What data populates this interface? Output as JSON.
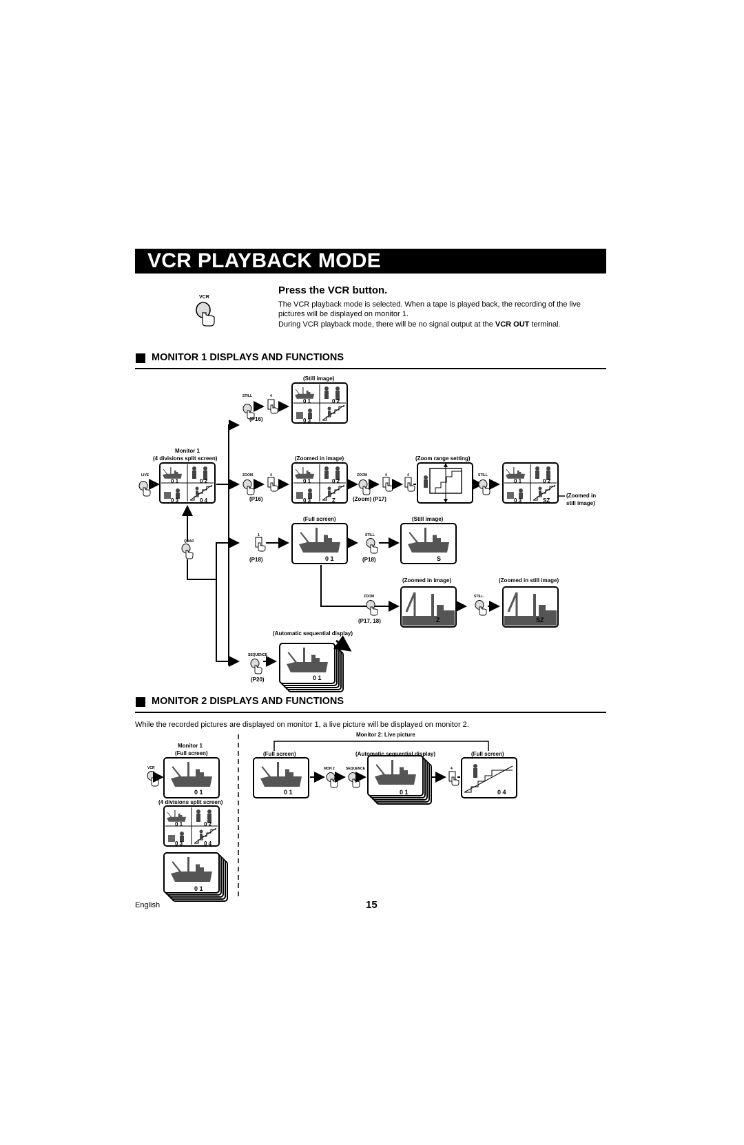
{
  "header": {
    "title": "VCR PLAYBACK MODE"
  },
  "intro": {
    "button_label": "VCR",
    "heading": "Press the VCR button.",
    "para1": "The VCR playback mode is selected. When a tape is played back, the recording of the live pictures will be displayed on monitor 1.",
    "para2_before": "During VCR playback mode, there will be no signal output at the ",
    "para2_bold": "VCR OUT",
    "para2_after": " terminal."
  },
  "section1": {
    "heading": "MONITOR 1 DISPLAYS AND FUNCTIONS",
    "monitor1_label_a": "Monitor 1",
    "monitor1_label_b": "(4 divisions split screen)",
    "live_button": "LIVE",
    "quad_button": "QUAD",
    "still_image_label": "(Still image)",
    "still_button": "STILL",
    "key_4": "4",
    "key_1": "1",
    "ref_p16": "(P16)",
    "ref_p16_b": "(P16)",
    "zoom_button": "ZOOM",
    "zoomed_in_image_label": "(Zoomed in image)",
    "zoom_ref": "(Zoom)  (P17)",
    "zoom_range_label": "(Zoom range setting)",
    "zoomed_in_still_a": "(Zoomed in",
    "zoomed_in_still_b": "still image)",
    "full_screen_label": "(Full screen)",
    "ref_p18": "(P18)",
    "ref_p18_b": "(P18)",
    "still_image_label_2": "(Still image)",
    "zoomed_in_image_label_2": "(Zoomed in image)",
    "zoomed_in_still_image_label": "(Zoomed in still image)",
    "ref_p17_18": "(P17, 18)",
    "auto_seq_label": "(Automatic sequential display)",
    "sequence_button": "SEQUENCE",
    "ref_p20": "(P20)",
    "ch01": "0 1",
    "ch02": "0 2",
    "ch03": "0 3",
    "ch04": "0 4",
    "ch_s": "S",
    "ch_z": "Z",
    "ch_sz": "SZ"
  },
  "section2": {
    "heading": "MONITOR 2 DISPLAYS AND FUNCTIONS",
    "intro": "While the recorded pictures are displayed on monitor 1, a live picture will be displayed on monitor 2.",
    "monitor2_live_label": "Monitor 2: Live picture",
    "monitor1_label_a": "Monitor 1",
    "monitor1_label_b": "(Full screen)",
    "vcr_button": "VCR",
    "split_label": "(4 divisions split screen)",
    "full_screen_label": "(Full screen)",
    "auto_seq_label": "(Automatic sequential display)",
    "full_screen_label_2": "(Full screen)",
    "mon2_button": "MON 2",
    "sequence_button": "SEQUENCE",
    "key_4": "4"
  },
  "footer": {
    "language": "English",
    "page": "15"
  }
}
